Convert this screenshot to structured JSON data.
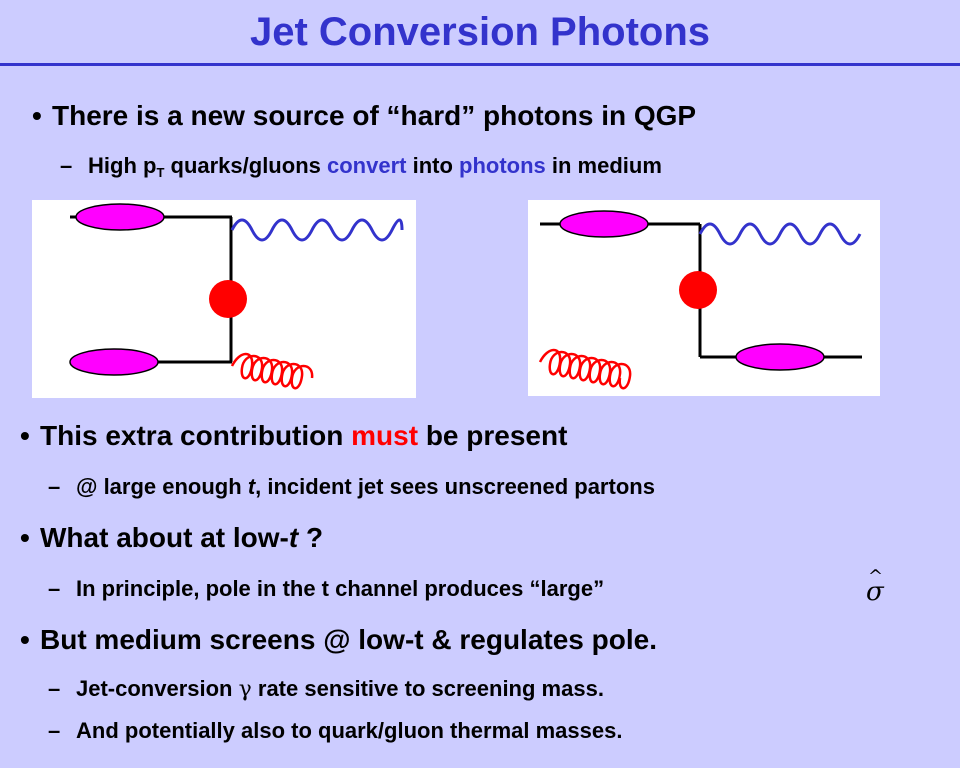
{
  "title": "Jet Conversion Photons",
  "bullet1": {
    "text": "There is a new source of “hard” photons in QGP",
    "sub": {
      "part1": "High p",
      "subscript": "T",
      "part2": " quarks/gluons ",
      "highlight1": "convert",
      "part3": " into ",
      "highlight2": "photons",
      "part4": " in medium"
    }
  },
  "bullet2": {
    "part1": "This extra contribution ",
    "highlight": "must",
    "part2": " be present",
    "sub": {
      "part1": "@ large enough ",
      "italic": "t",
      "part2": ", incident jet sees unscreened partons"
    }
  },
  "bullet3": {
    "part1": "What about at low-",
    "italic": "t",
    "part2": " ?",
    "sub": "In principle, pole in the t channel produces “large”"
  },
  "bullet4": {
    "text": "But medium screens @ low-t & regulates pole.",
    "sub1": {
      "part1": "Jet-conversion ",
      "symbol": "γ",
      "part2": " rate sensitive to screening mass."
    },
    "sub2": "And potentially also to quark/gluon thermal masses."
  },
  "bullet_char": "•",
  "dash_char": "–",
  "sigma_symbol": "σ",
  "sigma_hat": "^",
  "colors": {
    "background": "#CCCCFF",
    "accent": "#3333CC",
    "highlight_red": "#FF0000",
    "blob": "#FF00FF",
    "vertex": "#FF0000",
    "photon": "#3333CC",
    "gluon": "#FF0000"
  }
}
